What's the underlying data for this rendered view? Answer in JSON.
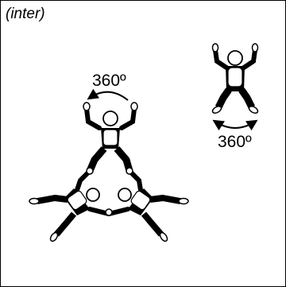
{
  "header": {
    "label": "(inter)"
  },
  "diagram": {
    "formation_rotation_label": "360º",
    "single_rotation_label": "360º",
    "ink_color": "#000000",
    "paper_color": "#ffffff"
  }
}
